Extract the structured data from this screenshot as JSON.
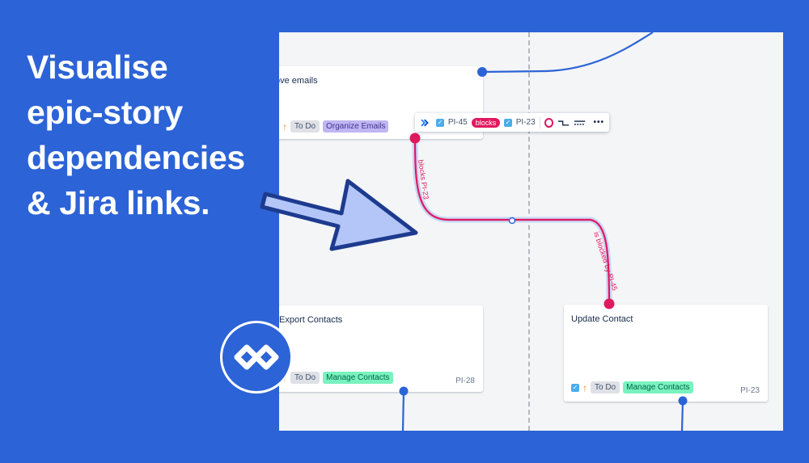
{
  "headline": {
    "line1": "Visualise",
    "line2": "epic-story",
    "line3": "dependencies",
    "line4": "& Jira links."
  },
  "cards": {
    "top": {
      "title": "ove emails",
      "status": "To Do",
      "epic": "Organize Emails"
    },
    "export": {
      "title": "Export Contacts",
      "status": "To Do",
      "epic": "Manage Contacts",
      "key": "PI-28"
    },
    "update": {
      "title": "Update Contact",
      "status": "To Do",
      "epic": "Manage Contacts",
      "key": "PI-23"
    }
  },
  "toolbar": {
    "from_key": "PI-45",
    "link_type": "blocks",
    "to_key": "PI-23",
    "more": "•••"
  },
  "links": {
    "label_blocks": "blocks PI-23",
    "label_blocked_by": "is blocked by PI-45"
  },
  "colors": {
    "background": "#2c63d6",
    "link_blocks": "#e0185e",
    "link_dependency": "#2c63d6",
    "epic_purple": "#c0b6f2",
    "epic_green": "#79f2c0"
  },
  "icons": {
    "priority": "arrow-up-icon",
    "issue_type": "checkbox-icon",
    "jira": "jira-logo-icon",
    "brand": "brand-logo-icon"
  }
}
